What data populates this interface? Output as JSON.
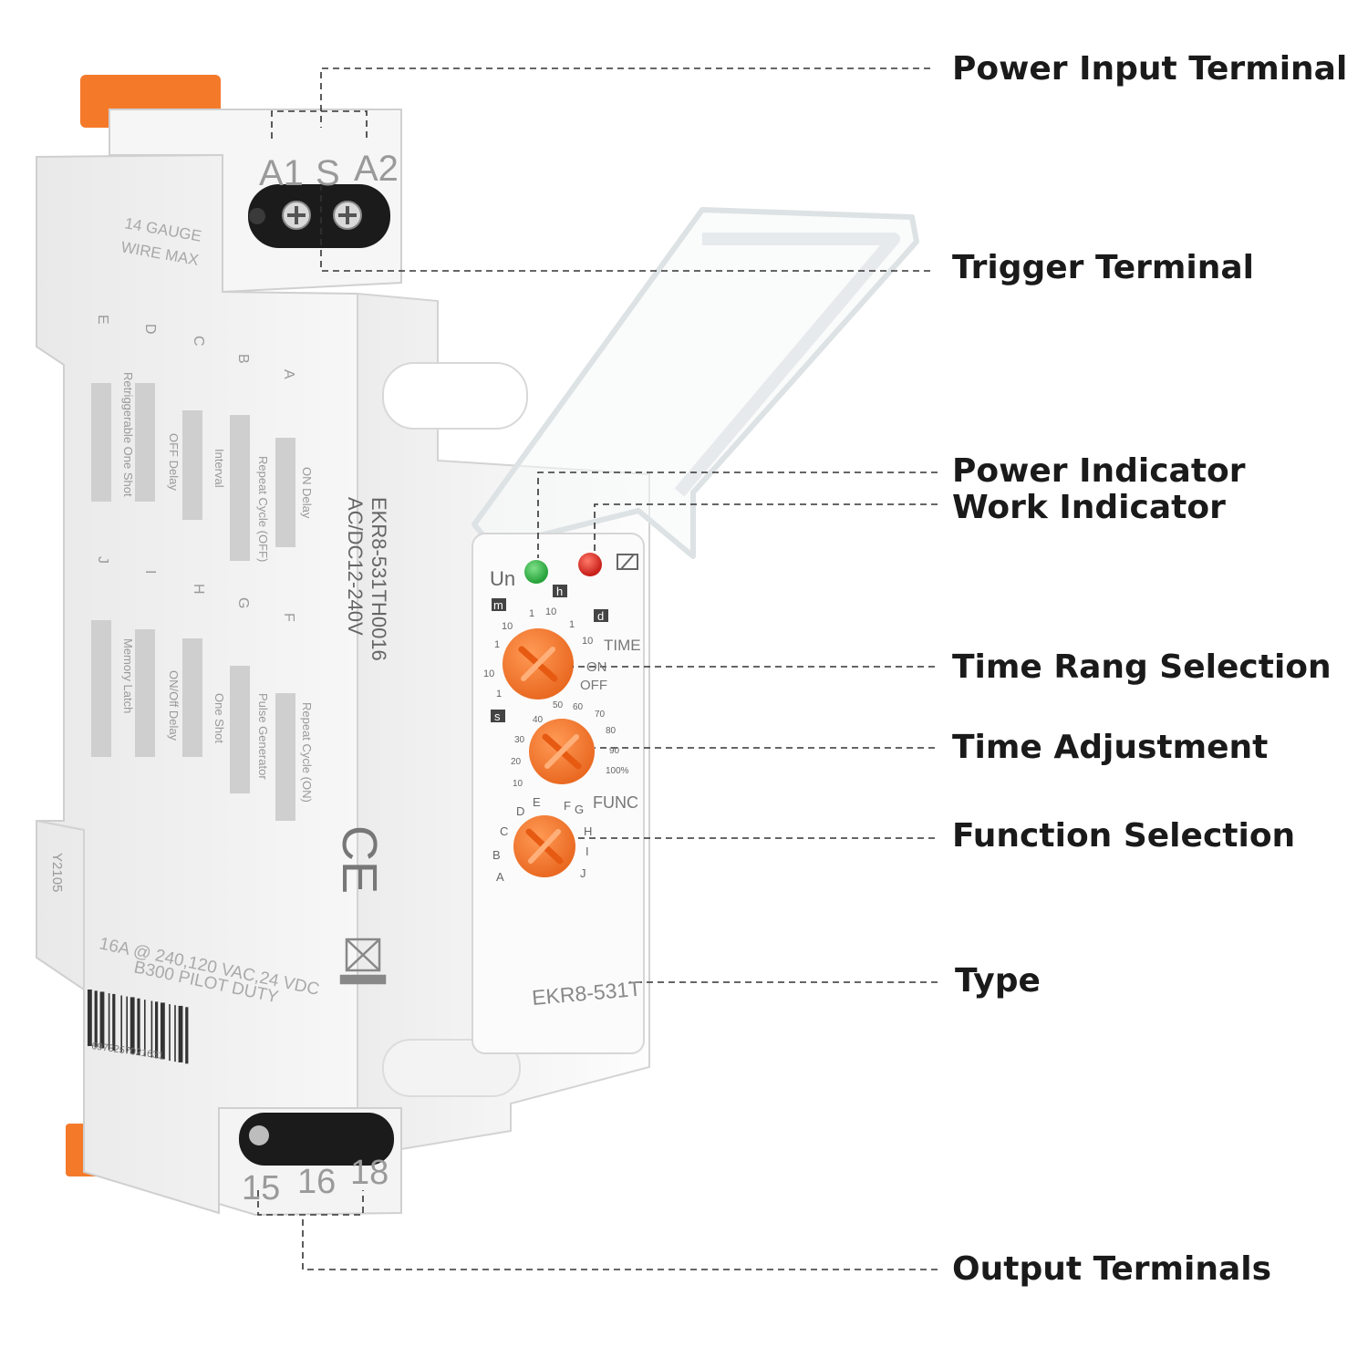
{
  "callouts": {
    "power_input": "Power Input Terminal",
    "trigger": "Trigger Terminal",
    "power_indicator": "Power Indicator",
    "work_indicator": "Work Indicator",
    "time_range": "Time Rang Selection",
    "time_adjust": "Time Adjustment",
    "function_sel": "Function Selection",
    "type": "Type",
    "output": "Output Terminals"
  },
  "device": {
    "top_terminals": [
      "A1",
      "S",
      "A2"
    ],
    "bottom_terminals": [
      "15",
      "16",
      "18"
    ],
    "wire_note_1": "14 GAUGE",
    "wire_note_2": "WIRE MAX",
    "model_full": "EKR8-531TH0016",
    "voltage": "AC/DC12-240V",
    "model_front": "EKR8-531T",
    "rating_1": "16A @ 240,120 VAC,24 VDC",
    "rating_2": "B300 PILOT DUTY",
    "side_code": "Y2105",
    "ce_mark": "CE",
    "barcode_number": "6973257021631",
    "func_letters_left": [
      "E",
      "D",
      "C",
      "B",
      "A"
    ],
    "func_letters_right": [
      "J",
      "I",
      "H",
      "G",
      "F"
    ],
    "func_names_left": [
      "ON Delay",
      "Repeat Cycle (OFF)",
      "Interval",
      "OFF Delay",
      "Retriggerable One Shot"
    ],
    "func_names_right": [
      "Repeat Cycle (ON)",
      "Pulse Generator",
      "One Shot",
      "ON/Off Delay",
      "Memory Latch"
    ],
    "panel": {
      "un_label": "Un",
      "unit_m": "m",
      "unit_h": "h",
      "unit_d": "d",
      "unit_s": "s",
      "time_label": "TIME",
      "on_label": "ON",
      "off_label": "OFF",
      "func_label": "FUNC",
      "range_ticks": [
        "10",
        "1",
        "10",
        "1",
        "10",
        "1",
        "10",
        "1"
      ],
      "percent_ticks": [
        "10",
        "20",
        "30",
        "40",
        "50",
        "60",
        "70",
        "80",
        "90",
        "100%"
      ],
      "func_ticks": [
        "A",
        "B",
        "C",
        "D",
        "E",
        "F",
        "G",
        "H",
        "I",
        "J"
      ]
    }
  },
  "colors": {
    "body": "#f2f2f2",
    "body_shade": "#e2e2e2",
    "orange": "#f47a2a",
    "led_green": "#27a33a",
    "led_red": "#d8281f",
    "label": "#1a1a1a"
  }
}
